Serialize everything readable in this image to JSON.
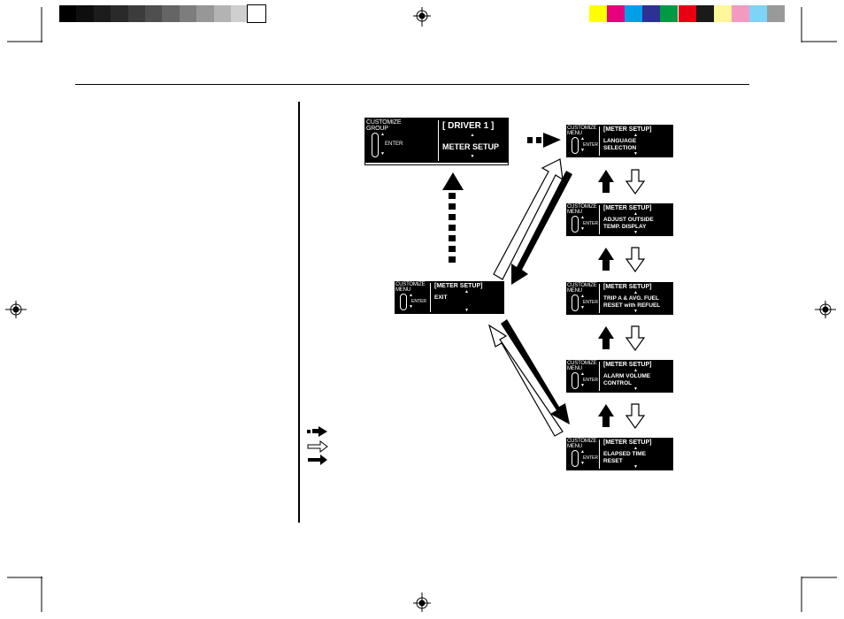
{
  "colors": {
    "grayscale": [
      "#000000",
      "#0e0e0e",
      "#1c1c1c",
      "#2a2a2a",
      "#3c3c3c",
      "#4f4f4f",
      "#656565",
      "#7d7d7d",
      "#979797",
      "#b3b3b3",
      "#cfcfcf",
      "#ffffff"
    ],
    "process": [
      "#ffff00",
      "#e6007e",
      "#00a0e9",
      "#2e3192",
      "#009944",
      "#e60012",
      "#1a1a1a",
      "#fff799",
      "#f49ac1",
      "#7fd3f7",
      "#999999"
    ]
  },
  "screens": {
    "driver": {
      "label": "CUSTOMIZE\nGROUP",
      "header": "[ DRIVER 1 ]",
      "body": "METER SETUP",
      "enter": "ENTER"
    },
    "exit": {
      "label": "CUSTOMIZE\nMENU",
      "header": "[METER SETUP]",
      "body": "EXIT",
      "enter": "ENTER"
    },
    "language": {
      "label": "CUSTOMIZE\nMENU",
      "header": "[METER SETUP]",
      "body": "LANGUAGE\nSELECTION",
      "enter": "ENTER"
    },
    "temp": {
      "label": "CUSTOMIZE\nMENU",
      "header": "[METER SETUP]",
      "body": "ADJUST OUTSIDE\nTEMP. DISPLAY",
      "enter": "ENTER"
    },
    "trip": {
      "label": "CUSTOMIZE\nMENU",
      "header": "[METER SETUP]",
      "body": "TRIP A & AVG. FUEL\nRESET with REFUEL",
      "enter": "ENTER"
    },
    "alarm": {
      "label": "CUSTOMIZE\nMENU",
      "header": "[METER SETUP]",
      "body": "ALARM VOLUME\nCONTROL",
      "enter": "ENTER"
    },
    "elapsed": {
      "label": "CUSTOMIZE\nMENU",
      "header": "[METER SETUP]",
      "body": "ELAPSED TIME\nRESET",
      "enter": "ENTER"
    }
  },
  "glyphs": {
    "up": "▲",
    "down": "▼"
  }
}
